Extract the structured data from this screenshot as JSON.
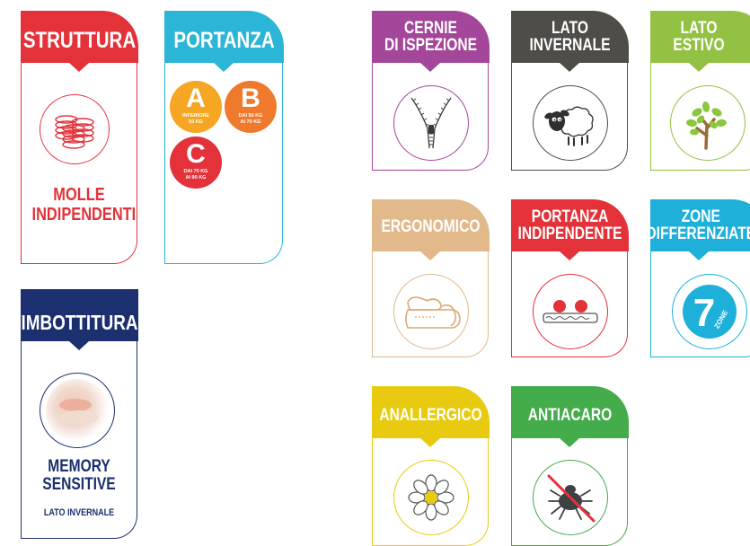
{
  "colors": {
    "struttura": "#e3323a",
    "portanza": "#2bb5d6",
    "imbottitura": "#1c2f6e",
    "cernie": "#a4479a",
    "lato_invernale": "#4e4d48",
    "lato_estivo": "#93c143",
    "ergonomico": "#e2b98a",
    "portanza_indipendente": "#e3323a",
    "zone": "#1fb0da",
    "anallergico": "#e8cb10",
    "antiacaro": "#45ac4c",
    "badge_a": "#f5a623",
    "badge_b": "#ef7a2d",
    "badge_c": "#e3323a"
  },
  "struttura": {
    "title": "STRUTTURA",
    "label_line1": "MOLLE",
    "label_line2": "INDIPENDENTI",
    "icon": "springs-icon"
  },
  "portanza": {
    "title": "PORTANZA",
    "badges": [
      {
        "letter": "A",
        "line1": "INFERIORE",
        "line2": "50 KG"
      },
      {
        "letter": "B",
        "line1": "DAI 50 KG",
        "line2": "AI 70 KG"
      },
      {
        "letter": "C",
        "line1": "DAI 70 KG",
        "line2": "AI 90 KG"
      }
    ]
  },
  "imbottitura": {
    "title": "IMBOTTITURA",
    "label_line1": "MEMORY",
    "label_line2": "SENSITIVE",
    "sub": "LATO INVERNALE",
    "icon": "memory-foam-icon"
  },
  "cernie": {
    "title_line1": "CERNIE",
    "title_line2": "DI ISPEZIONE",
    "icon": "zipper-icon"
  },
  "lato_invernale": {
    "title_line1": "LATO",
    "title_line2": "INVERNALE",
    "icon": "sheep-icon"
  },
  "lato_estivo": {
    "title_line1": "LATO",
    "title_line2": "ESTIVO",
    "icon": "tree-icon"
  },
  "ergonomico": {
    "title": "ERGONOMICO",
    "icon": "ergonomic-pillow-icon"
  },
  "portanza_indipendente": {
    "title_line1": "PORTANZA",
    "title_line2": "INDIPENDENTE",
    "icon": "independent-support-icon"
  },
  "zone": {
    "title_line1": "ZONE",
    "title_line2": "DIFFERENZIATE",
    "number": "7",
    "word": "ZONE",
    "icon": "seven-zones-icon"
  },
  "anallergico": {
    "title": "ANALLERGICO",
    "icon": "daisy-flower-icon"
  },
  "antiacaro": {
    "title": "ANTIACARO",
    "icon": "no-mite-icon"
  }
}
